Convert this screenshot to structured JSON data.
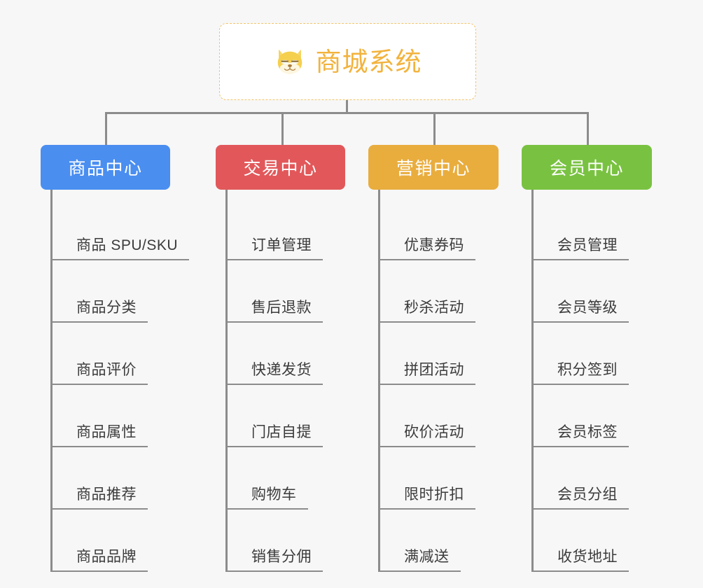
{
  "root": {
    "title": "商城系统",
    "icon": "shiba-dog-icon",
    "accent_color": "#f2b33d",
    "border_color": "#f2c46a"
  },
  "connector_color": "#8c8c8c",
  "background_color": "#f7f7f7",
  "categories": [
    {
      "label": "商品中心",
      "color": "#4a8ef0",
      "color_class": "cat-blue",
      "items": [
        "商品 SPU/SKU",
        "商品分类",
        "商品评价",
        "商品属性",
        "商品推荐",
        "商品品牌"
      ]
    },
    {
      "label": "交易中心",
      "color": "#e2585a",
      "color_class": "cat-red",
      "items": [
        "订单管理",
        "售后退款",
        "快递发货",
        "门店自提",
        "购物车",
        "销售分佣"
      ]
    },
    {
      "label": "营销中心",
      "color": "#e9ad3e",
      "color_class": "cat-orange",
      "items": [
        "优惠券码",
        "秒杀活动",
        "拼团活动",
        "砍价活动",
        "限时折扣",
        "满减送"
      ]
    },
    {
      "label": "会员中心",
      "color": "#79c241",
      "color_class": "cat-green",
      "items": [
        "会员管理",
        "会员等级",
        "积分签到",
        "会员标签",
        "会员分组",
        "收货地址"
      ]
    }
  ]
}
